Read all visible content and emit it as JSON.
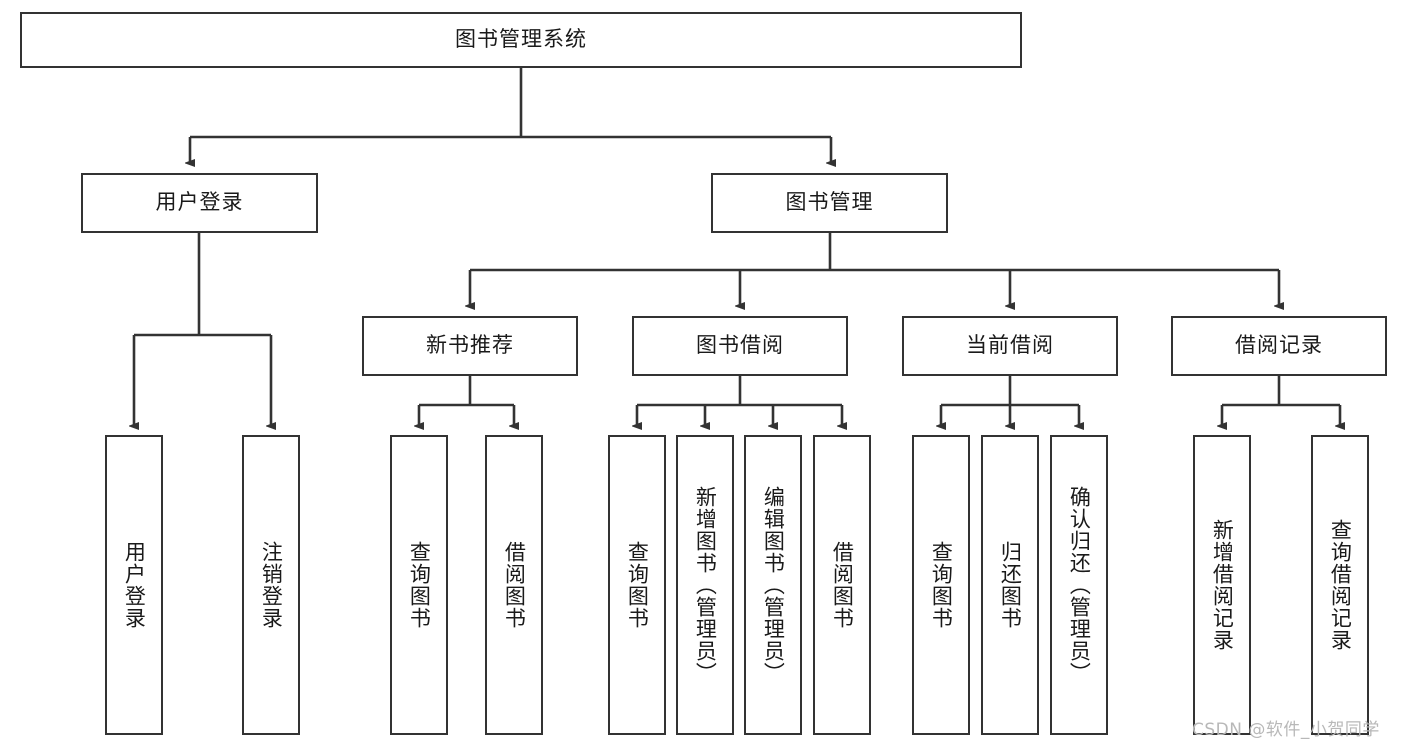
{
  "diagram": {
    "title": "图书管理系统",
    "type": "tree-hierarchy-chart",
    "colors": {
      "box_border": "#333333",
      "box_fill": "#ffffff",
      "edge": "#333333",
      "text": "#1a1a1a",
      "watermark": "#b8b8b8",
      "background": "#ffffff"
    }
  },
  "root": {
    "label": "图书管理系统"
  },
  "level2": [
    {
      "label": "用户登录"
    },
    {
      "label": "图书管理"
    }
  ],
  "level3": [
    {
      "label": "新书推荐"
    },
    {
      "label": "图书借阅"
    },
    {
      "label": "当前借阅"
    },
    {
      "label": "借阅记录"
    }
  ],
  "leaves": {
    "user_login": [
      {
        "label": "用户登录"
      },
      {
        "label": "注销登录"
      }
    ],
    "new_book_recommend": [
      {
        "label": "查询图书"
      },
      {
        "label": "借阅图书"
      }
    ],
    "book_borrow": [
      {
        "label": "查询图书"
      },
      {
        "label": "新增图书（管理员）"
      },
      {
        "label": "编辑图书（管理员）"
      },
      {
        "label": "借阅图书"
      }
    ],
    "current_borrow": [
      {
        "label": "查询图书"
      },
      {
        "label": "归还图书"
      },
      {
        "label": "确认归还（管理员）"
      }
    ],
    "borrow_record": [
      {
        "label": "新增借阅记录"
      },
      {
        "label": "查询借阅记录"
      }
    ]
  },
  "watermark": {
    "text": "CSDN @软件_小贺同学"
  }
}
